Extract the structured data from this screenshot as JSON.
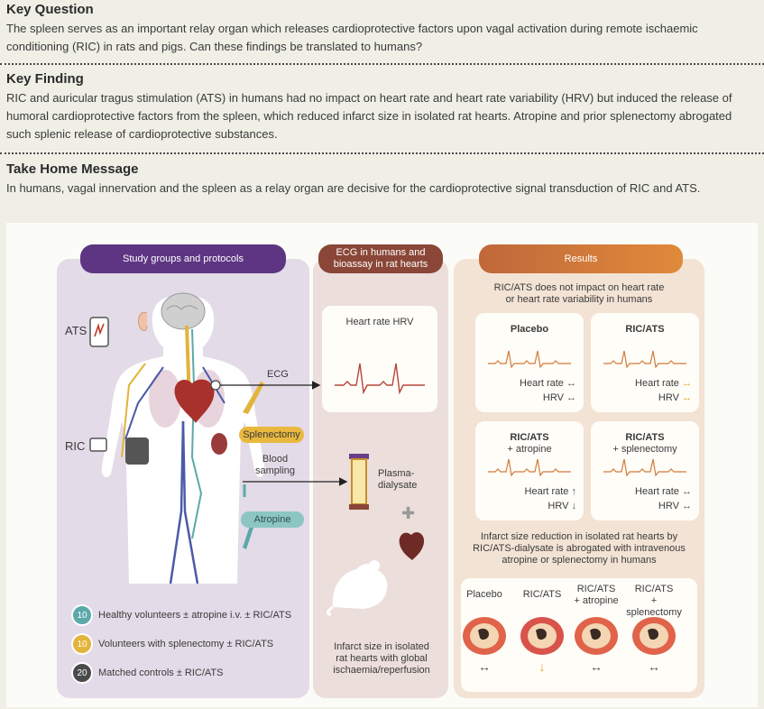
{
  "sections": [
    {
      "title": "Key Question",
      "text": "The spleen serves as an important relay organ which releases cardioprotective factors upon vagal activation during remote ischaemic conditioning (RIC) in rats and pigs. Can these findings be translated to humans?"
    },
    {
      "title": "Key Finding",
      "text": "RIC and auricular tragus stimulation (ATS) in humans had no impact on heart rate and heart rate variability (HRV) but induced the release of humoral cardioprotective factors from the spleen, which reduced infarct size in isolated rat hearts. Atropine and prior splenectomy abrogated such splenic release of cardioprotective substances."
    },
    {
      "title": "Take Home Message",
      "text": "In humans, vagal innervation and the spleen as a relay organ are decisive for the cardioprotective signal transduction of RIC and ATS."
    }
  ],
  "study": {
    "header": "Study groups and protocols",
    "ats_label": "ATS",
    "ric_label": "RIC",
    "ecg_label": "ECG",
    "splenectomy_label": "Splenectomy",
    "blood_label_1": "Blood",
    "blood_label_2": "sampling",
    "atropine_label": "Atropine",
    "groups": [
      {
        "count": "10",
        "color": "#5ba9a9",
        "text": "Healthy volunteers ± atropine i.v. ± RIC/ATS"
      },
      {
        "count": "10",
        "color": "#e2b43a",
        "text": "Volunteers with splenectomy ± RIC/ATS"
      },
      {
        "count": "20",
        "color": "#4a4a4a",
        "text": "Matched controls ± RIC/ATS"
      }
    ]
  },
  "ecg": {
    "header_1": "ECG in humans and",
    "header_2": "bioassay in rat hearts",
    "hr_label": "Heart rate HRV",
    "plasma_1": "Plasma-",
    "plasma_2": "dialysate",
    "infarct_1": "Infarct size in isolated",
    "infarct_2": "rat hearts with global",
    "infarct_3": "ischaemia/reperfusion"
  },
  "results": {
    "header": "Results",
    "subtitle_1": "RIC/ATS does not impact on heart rate",
    "subtitle_2": "or heart rate variability in humans",
    "cards": [
      {
        "title_1": "Placebo",
        "title_2": "",
        "hr": "Heart rate",
        "hrv": "HRV",
        "hr_arrow": "↔",
        "hrv_arrow": "↔",
        "arrow_color": "#555555"
      },
      {
        "title_1": "RIC/ATS",
        "title_2": "",
        "hr": "Heart rate",
        "hrv": "HRV",
        "hr_arrow": "↔",
        "hrv_arrow": "↔",
        "arrow_color": "#e8a52a"
      },
      {
        "title_1": "RIC/ATS",
        "title_2": "+ atropine",
        "hr": "Heart rate",
        "hrv": "HRV",
        "hr_arrow": "↑",
        "hrv_arrow": "↓",
        "arrow_color": "#555555"
      },
      {
        "title_1": "RIC/ATS",
        "title_2": "+ splenectomy",
        "hr": "Heart rate",
        "hrv": "HRV",
        "hr_arrow": "↔",
        "hrv_arrow": "↔",
        "arrow_color": "#555555"
      }
    ],
    "infarct_text_1": "Infarct size reduction in isolated rat hearts by",
    "infarct_text_2": "RIC/ATS-dialysate is abrogated with intravenous",
    "infarct_text_3": "atropine or splenectomy in humans",
    "hearts": [
      {
        "label_1": "Placebo",
        "label_2": "",
        "arrow": "↔",
        "arrow_color": "#555555"
      },
      {
        "label_1": "RIC/ATS",
        "label_2": "",
        "arrow": "↓",
        "arrow_color": "#e8a52a"
      },
      {
        "label_1": "RIC/ATS",
        "label_2": "+ atropine",
        "arrow": "↔",
        "arrow_color": "#555555"
      },
      {
        "label_1": "RIC/ATS",
        "label_2": "+ splenectomy",
        "arrow": "↔",
        "arrow_color": "#555555"
      }
    ]
  },
  "colors": {
    "purple": "#6a3d8a",
    "brown": "#8b4a3a",
    "orange": "#d47a3a",
    "ecg_red": "#b5473a"
  }
}
